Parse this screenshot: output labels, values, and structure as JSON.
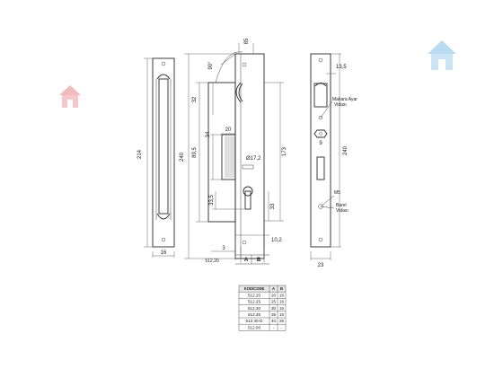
{
  "dims": {
    "d214": "214",
    "d16": "16",
    "d240": "240",
    "d89_5": "89,5",
    "d32": "32",
    "d34": "34",
    "d20": "20",
    "d17_2": "Ø17,2",
    "d33_5": "33,5",
    "d173": "173",
    "d33": "33",
    "d85": "85",
    "angle": "90°",
    "d10_2": "10,2",
    "d3": "3",
    "model": "512.20",
    "a": "A",
    "b": "B",
    "d13_5": "13,5",
    "d9": "9",
    "d23": "23"
  },
  "labels": {
    "makara_1": "Makara Ayar",
    "makara_2": "Vidası",
    "m5": "M5",
    "barel_1": "Barel",
    "barel_2": "Vidası"
  },
  "table": {
    "headers": [
      "KOD/CODE",
      "A",
      "B"
    ],
    "rows": [
      [
        "512.20",
        "20",
        "16"
      ],
      [
        "512.25",
        "25",
        "16"
      ],
      [
        "512.30",
        "30",
        "16"
      ],
      [
        "512.35",
        "35",
        "16"
      ],
      [
        "512.40-D",
        "40",
        "26"
      ],
      [
        "512.00",
        "-",
        "-"
      ]
    ]
  }
}
